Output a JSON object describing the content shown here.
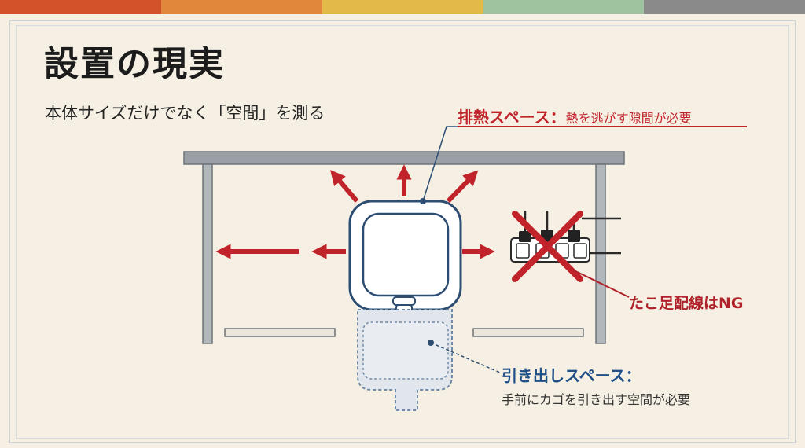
{
  "header": {
    "title": "設置の現実",
    "subtitle": "本体サイズだけでなく「空間」を測る"
  },
  "palette": {
    "bar": [
      "#d2532a",
      "#e0873c",
      "#e3b94a",
      "#9fc29f",
      "#8a8a8a"
    ],
    "accent_red": "#c0242a",
    "accent_blue": "#1f4f86"
  },
  "labels": {
    "heat_title": "排熱スペース：",
    "heat_desc": "熱を逃がす隙間が必要",
    "octopus_ng": "たこ足配線はNG",
    "drawer_title": "引き出しスペース：",
    "drawer_desc": "手前にカゴを引き出す空間が必要"
  },
  "icons": [
    "arrow-icon",
    "air-fryer-icon",
    "power-strip-icon",
    "cross-icon"
  ]
}
